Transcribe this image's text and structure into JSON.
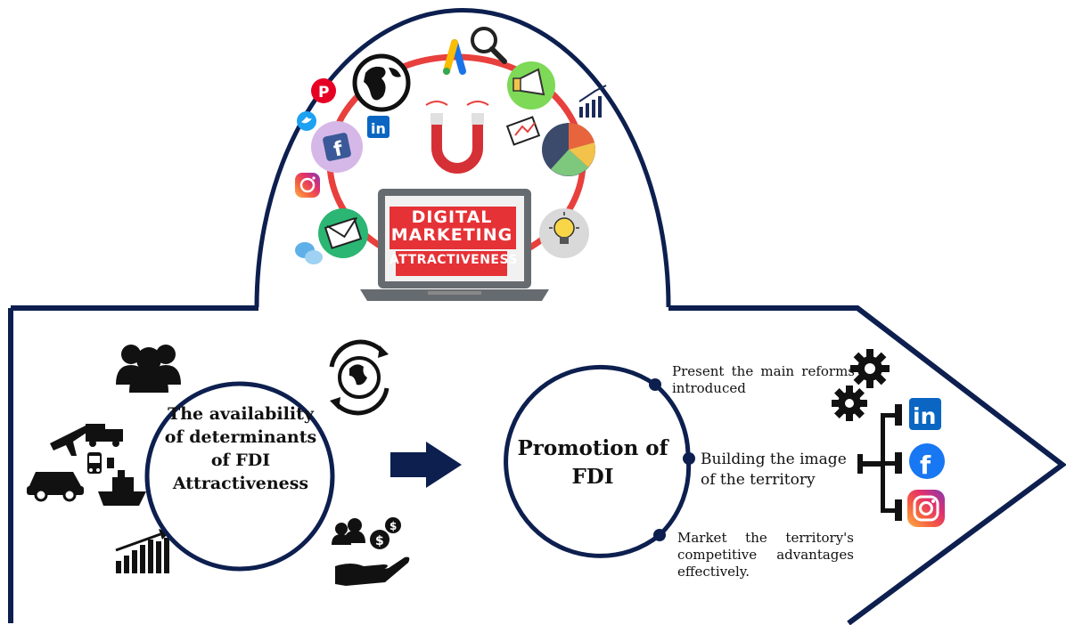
{
  "title_banner": {
    "line1": "DIGITAL",
    "line2": "MARKETING",
    "line3": "ATTRACTIVENESS"
  },
  "determinants": {
    "text": "The availability of determinants of FDI Attractiveness"
  },
  "promotion": {
    "text": "Promotion of FDI"
  },
  "steps": [
    {
      "text": "Present the main reforms introduced"
    },
    {
      "text": "Building the image of the territory"
    },
    {
      "text": "Market the territory's competitive advantages effectively."
    }
  ],
  "icons": {
    "marketing_ring": [
      "globe-icon",
      "google-ads-icon",
      "search-icon",
      "megaphone-icon",
      "chart-icon",
      "pie-chart-icon",
      "presentation-icon",
      "lightbulb-icon",
      "email-icon",
      "chat-icon",
      "instagram-icon",
      "facebook-icon",
      "twitter-icon",
      "linkedin-icon",
      "pinterest-icon",
      "magnet-icon",
      "laptop-icon"
    ],
    "determinants_side": [
      "people-icon",
      "globe-cycle-icon",
      "transport-icon",
      "growth-chart-icon",
      "investment-hand-icon"
    ],
    "promotion_side": [
      "gears-icon",
      "linkedin-icon",
      "facebook-icon",
      "instagram-icon"
    ]
  },
  "colors": {
    "navy": "#0d1f4f",
    "ring_red": "#e8403d",
    "banner_red": "#e53236",
    "linkedin_blue": "#0a66c2",
    "facebook_blue": "#1877f2"
  }
}
